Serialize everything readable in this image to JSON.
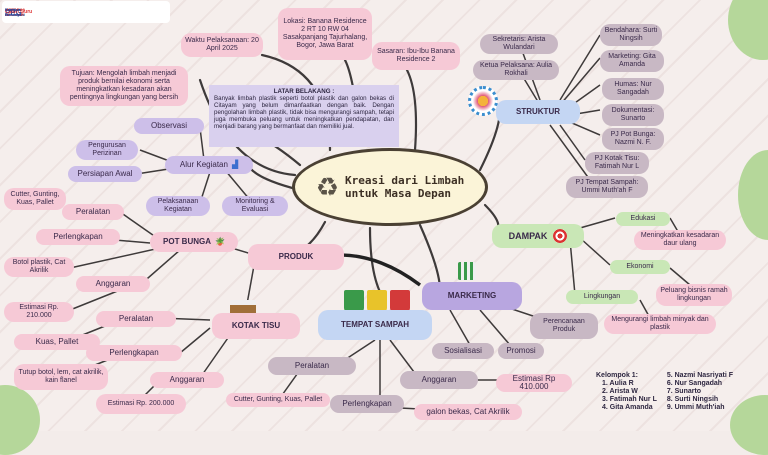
{
  "header": {
    "logo_ppg": "PPG",
    "logo_calon_guru": "Calon Guru",
    "logo_2": "Tut Wuri Handayani",
    "logo_3": "MERDEKA BELAJAR",
    "logo_4": "Kampus Merdeka"
  },
  "central_topic": {
    "line1": "Kreasi dari Limbah",
    "line2": "untuk Masa Depan"
  },
  "latar_belakang": {
    "heading": "LATAR BELAKANG :",
    "text": "Banyak limbah plastik seperti botol plastik dan galon bekas di Citayam yang belum dimanfaatkan dengan baik. Dengan pengolahan limbah plastik, tidak bisa mengurangi sampah, tetapi juga membuka peluang untuk meningkatkan pendapatan, dan menjadi barang yang bermanfaat dan memiliki jual."
  },
  "info": {
    "waktu": "Waktu Pelaksanaan: 20 April 2025",
    "lokasi": "Lokasi: Banana Residence 2 RT 10 RW 04 Sasakpanjang Tajurhalang, Bogor, Jawa Barat",
    "sasaran": "Sasaran: Ibu-Ibu Banana Residence 2",
    "tujuan": "Tujuan: Mengolah limbah menjadi produk bernilai ekonomi serta meningkatkan kesadaran akan pentingnya lingkungan yang bersih"
  },
  "alur": {
    "label": "Alur Kegiatan",
    "observasi": "Observasi",
    "pengurusan": "Pengurusan Perizinan",
    "persiapan": "Persiapan Awal",
    "pelaksanaan": "Pelaksanaan Kegiatan",
    "monitoring": "Monitoring & Evaluasi"
  },
  "struktur": {
    "label": "STRUKTUR",
    "sekretaris": "Sekretaris: Arista Wulandari",
    "ketua": "Ketua Pelaksana: Aulia Rokhali",
    "bendahara": "Bendahara: Surti Ningsih",
    "marketing": "Marketing: Gita Amanda",
    "humas": "Humas: Nur Sangadah",
    "dokumentasi": "Dokumentasi: Sunarto",
    "pj_pot": "PJ Pot Bunga: Nazmi N. F.",
    "pj_kotak": "PJ Kotak Tisu: Fatimah Nur L",
    "pj_tempat": "PJ Tempat Sampah: Ummi Muth'ah F"
  },
  "dampak": {
    "label": "DAMPAK",
    "edukasi": "Edukasi",
    "edukasi_desc": "Meningkatkan kesadaran daur ulang",
    "ekonomi": "Ekonomi",
    "ekonomi_desc": "Peluang bisnis ramah lingkungan",
    "lingkungan": "Lingkungan",
    "lingkungan_desc": "Mengurangi limbah minyak dan plastik"
  },
  "produk": {
    "label": "PRODUK",
    "pot": {
      "label": "POT BUNGA",
      "peralatan": "Peralatan",
      "peralatan_desc": "Cutter, Gunting, Kuas, Pallet",
      "perlengkapan": "Perlengkapan",
      "perlengkapan_desc": "Botol plastik, Cat Akrilik",
      "anggaran": "Anggaran",
      "anggaran_desc": "Estimasi Rp. 210.000"
    },
    "kotak": {
      "label": "KOTAK TISU",
      "peralatan": "Peralatan",
      "peralatan_desc": "Kuas, Pallet",
      "perlengkapan": "Perlengkapan",
      "perlengkapan_desc": "Tutup botol, lem, cat akrilik, kain flanel",
      "anggaran": "Anggaran",
      "anggaran_desc": "Estimasi Rp. 200.000"
    },
    "tempat": {
      "label": "TEMPAT SAMPAH",
      "peralatan": "Peralatan",
      "peralatan_desc": "Cutter, Gunting, Kuas, Pallet",
      "perlengkapan": "Perlengkapan",
      "perlengkapan_desc": "galon bekas, Cat Akrilik",
      "anggaran": "Anggaran",
      "anggaran_desc": "Estimasi Rp 410.000"
    }
  },
  "marketing": {
    "label": "MARKETING",
    "perencanaan": "Perencanaan Produk",
    "sosialisasi": "Sosialisasi",
    "promosi": "Promosi"
  },
  "kelompok": {
    "heading": "Kelompok 1:",
    "members_left": [
      "1. Aulia R",
      "2. Arista W",
      "3. Fatimah Nur L",
      "4. Gita Amanda"
    ],
    "members_right": [
      "5. Nazmi Nasriyati F",
      "6. Nur Sangadah",
      "7. Sunarto",
      "8. Surti Ningsih",
      "9. Ummi Muth'iah"
    ]
  },
  "colors": {
    "pink": "#f6c9d6",
    "lavender": "#cdbfe9",
    "mauve": "#c8b8c4",
    "green": "#c9e7b6",
    "blue": "#c4d6f3",
    "center_border": "#4a4033"
  },
  "icons": [
    "recycle-icon",
    "chart-bar-icon",
    "flower-pot-icon",
    "tissue-box-icon",
    "trash-bins-icon",
    "market-stall-icon",
    "target-icon",
    "people-wheel-icon"
  ]
}
